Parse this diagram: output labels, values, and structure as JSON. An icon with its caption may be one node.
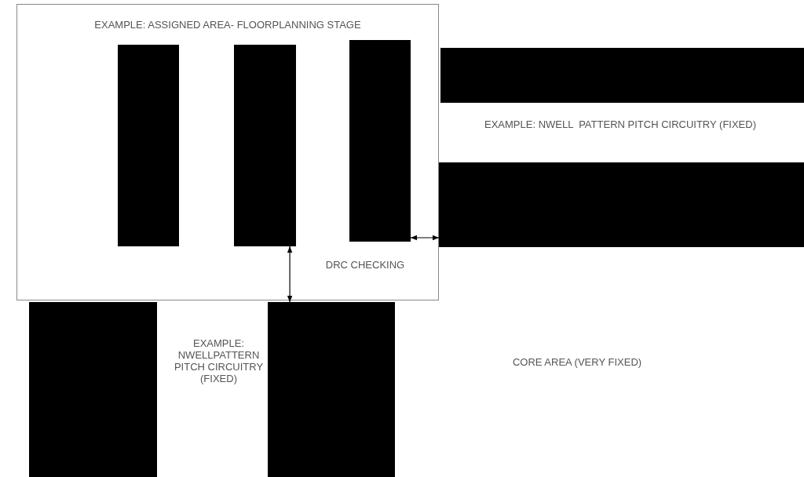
{
  "diagram": {
    "nodes": [
      {
        "text": [
          "EXAMPLE: ASSIGNED AREA- FLOORPLANNING STAGE"
        ]
      },
      {
        "text": [],
        "shape": "bar",
        "in": 0
      },
      {
        "text": [],
        "shape": "bar",
        "in": 0
      },
      {
        "text": [],
        "shape": "bar",
        "in": 0
      },
      {
        "text": [],
        "shape": "bar"
      },
      {
        "text": [],
        "shape": "bar"
      },
      {
        "text": [],
        "shape": "bar"
      },
      {
        "text": [],
        "shape": "bar"
      }
    ],
    "edges": [
      {
        "from": 2,
        "to": 7,
        "arrow": "both"
      },
      {
        "from": 3,
        "to": 5,
        "arrow": "both"
      }
    ],
    "labels": [
      "DRC CHECKING",
      "EXAMPLE: NWELL  PATTERN PITCH CIRCUITRY (FIXED)",
      "EXAMPLE: NWELLPATTERN PITCH CIRCUITRY (FIXED)",
      "CORE AREA (VERY FIXED)"
    ]
  }
}
